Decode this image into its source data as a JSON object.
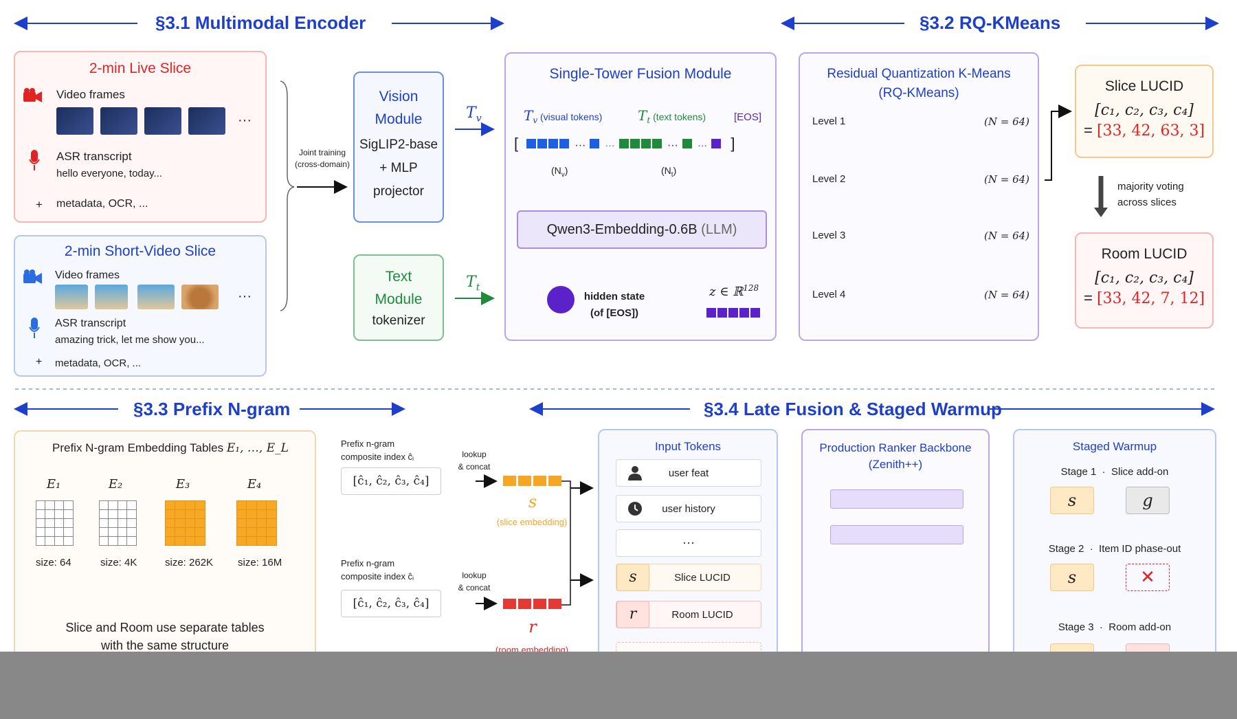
{
  "sections": {
    "s31": "§3.1 Multimodal Encoder",
    "s32": "§3.2 RQ-KMeans",
    "s33": "§3.3 Prefix N-gram",
    "s34": "§3.4 Late Fusion & Staged Warmup"
  },
  "live_slice": {
    "title": "2-min Live Slice",
    "video_label": "Video frames",
    "asr_label": "ASR transcript",
    "asr_text": "hello everyone, today...",
    "meta": "metadata, OCR, ...",
    "plus": "+",
    "ellipsis": "···"
  },
  "short_slice": {
    "title": "2-min Short-Video Slice",
    "video_label": "Video frames",
    "asr_label": "ASR transcript",
    "asr_text": "amazing trick, let me show you...",
    "meta": "metadata, OCR, ...",
    "plus": "+",
    "ellipsis": "···"
  },
  "joint_training": {
    "line1": "Joint training",
    "line2": "(cross-domain)"
  },
  "vision_module": {
    "line1": "Vision",
    "line2": "Module",
    "line3": "SigLIP2-base",
    "line4": "+ MLP",
    "line5": "projector"
  },
  "text_module": {
    "line1": "Text",
    "line2": "Module",
    "line3": "tokenizer"
  },
  "tv_symbol": "T",
  "tv_sub": "v",
  "tt_sub": "t",
  "fusion": {
    "title": "Single-Tower Fusion Module",
    "visual_tokens": "(visual tokens)",
    "text_tokens": "(text tokens)",
    "eos": "[EOS]",
    "nv": "(N",
    "nv_sub": "v",
    "nt_sub": "t",
    "close_paren": ")",
    "llm_name": "Qwen3-Embedding-0.6B",
    "llm_tag": "(LLM)",
    "hidden1": "hidden state",
    "hidden2": "(of [EOS])",
    "z_label": "z ∈ ℝ",
    "z_sup": "128",
    "bracket_open": "[",
    "bracket_close": "]",
    "dots": "···"
  },
  "rq": {
    "title1": "Residual Quantization K-Means",
    "title2": "(RQ-KMeans)",
    "levels": [
      "Level 1",
      "Level 2",
      "Level 3",
      "Level 4"
    ],
    "n_label": "(N = 64)"
  },
  "slice_lucid": {
    "title": "Slice LUCID",
    "codes": "[c₁, c₂, c₃, c₄]",
    "eq": "=",
    "values": "[33, 42, 63, 3]"
  },
  "majority": {
    "line1": "majority voting",
    "line2": "across slices"
  },
  "room_lucid": {
    "title": "Room LUCID",
    "codes": "[c₁, c₂, c₃, c₄]",
    "eq": "=",
    "values": "[33, 42, 7, 12]"
  },
  "prefix_tables": {
    "title": "Prefix N-gram Embedding Tables",
    "title_math": "E₁, …, E_L",
    "tables": [
      {
        "name": "E₁",
        "size": "size: 64"
      },
      {
        "name": "E₂",
        "size": "size: 4K"
      },
      {
        "name": "E₃",
        "size": "size: 262K"
      },
      {
        "name": "E₄",
        "size": "size: 16M"
      }
    ],
    "note1": "Slice and Room use separate tables",
    "note2": "with the same structure"
  },
  "lookup_top": {
    "label1": "Prefix n-gram",
    "label2": "composite index ĉᵢ",
    "index": "[ĉ₁, ĉ₂, ĉ₃, ĉ₄]",
    "lookup1": "lookup",
    "lookup2": "& concat",
    "sym": "s",
    "emb": "(slice embedding)"
  },
  "lookup_bottom": {
    "label1": "Prefix n-gram",
    "label2": "composite index ĉᵢ",
    "index": "[ĉ₁, ĉ₂, ĉ₃, ĉ₄]",
    "lookup1": "lookup",
    "lookup2": "& concat",
    "sym": "r",
    "emb": "(room embedding)"
  },
  "input_tokens": {
    "title": "Input Tokens",
    "user_feat": "user feat",
    "user_history": "user history",
    "dots": "···",
    "slice_badge": "s",
    "slice_lucid": "Slice LUCID",
    "room_badge": "r",
    "room_lucid": "Room LUCID"
  },
  "backbone": {
    "title1": "Production Ranker Backbone",
    "title2": "(Zenith++)"
  },
  "staged": {
    "title": "Staged Warmup",
    "stage1": "Stage 1  ·  Slice add-on",
    "stage2": "Stage 2  ·  Item ID phase-out",
    "stage3": "Stage 3  ·  Room add-on",
    "s_badge": "s",
    "g_badge": "g",
    "x_badge": "✕"
  },
  "colors": {
    "blue": "#1d3fc9",
    "red": "#e02424",
    "green": "#1e8a3a",
    "purple": "#5a22c8",
    "orange": "#f5a623",
    "tokred": "#e53935",
    "gray_band": "#888888"
  }
}
